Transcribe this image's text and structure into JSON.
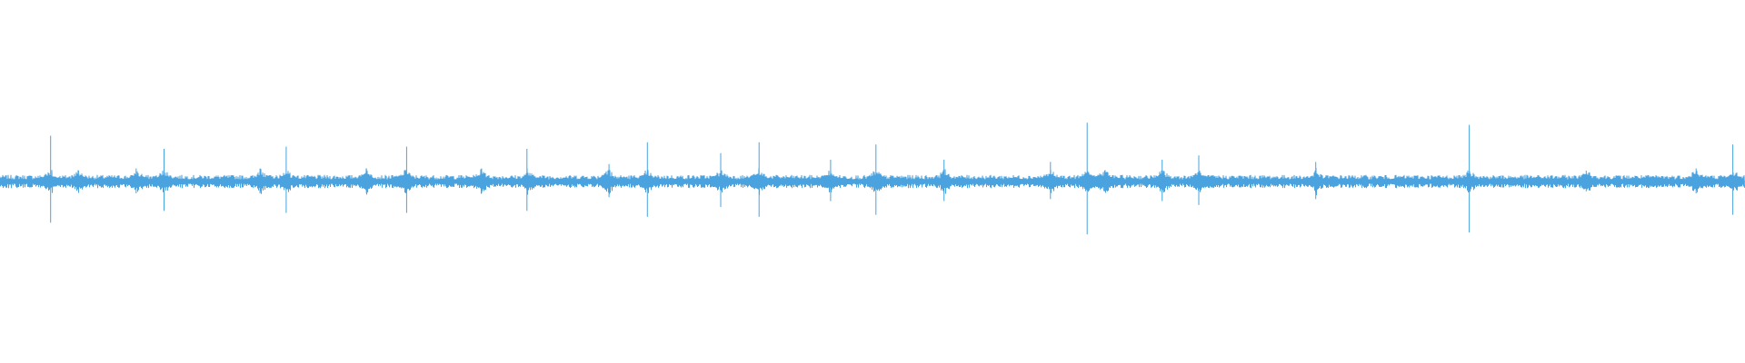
{
  "waveform": {
    "color": "#4aa3df",
    "background": "#ffffff",
    "baseline_amplitude": 0.04,
    "noise_amplitude": 0.09,
    "peaks": [
      {
        "position": 0.029,
        "amplitude": 0.42
      },
      {
        "position": 0.045,
        "amplitude": 0.1
      },
      {
        "position": 0.078,
        "amplitude": 0.12
      },
      {
        "position": 0.094,
        "amplitude": 0.3
      },
      {
        "position": 0.149,
        "amplitude": 0.12
      },
      {
        "position": 0.164,
        "amplitude": 0.32
      },
      {
        "position": 0.21,
        "amplitude": 0.12
      },
      {
        "position": 0.233,
        "amplitude": 0.32
      },
      {
        "position": 0.276,
        "amplitude": 0.12
      },
      {
        "position": 0.302,
        "amplitude": 0.3
      },
      {
        "position": 0.349,
        "amplitude": 0.16
      },
      {
        "position": 0.371,
        "amplitude": 0.36
      },
      {
        "position": 0.413,
        "amplitude": 0.26
      },
      {
        "position": 0.435,
        "amplitude": 0.36
      },
      {
        "position": 0.476,
        "amplitude": 0.2
      },
      {
        "position": 0.502,
        "amplitude": 0.34
      },
      {
        "position": 0.541,
        "amplitude": 0.2
      },
      {
        "position": 0.602,
        "amplitude": 0.18
      },
      {
        "position": 0.623,
        "amplitude": 0.54
      },
      {
        "position": 0.633,
        "amplitude": 0.1
      },
      {
        "position": 0.666,
        "amplitude": 0.2
      },
      {
        "position": 0.687,
        "amplitude": 0.24
      },
      {
        "position": 0.754,
        "amplitude": 0.18
      },
      {
        "position": 0.842,
        "amplitude": 0.52
      },
      {
        "position": 0.909,
        "amplitude": 0.1
      },
      {
        "position": 0.972,
        "amplitude": 0.12
      },
      {
        "position": 0.993,
        "amplitude": 0.34
      }
    ]
  }
}
